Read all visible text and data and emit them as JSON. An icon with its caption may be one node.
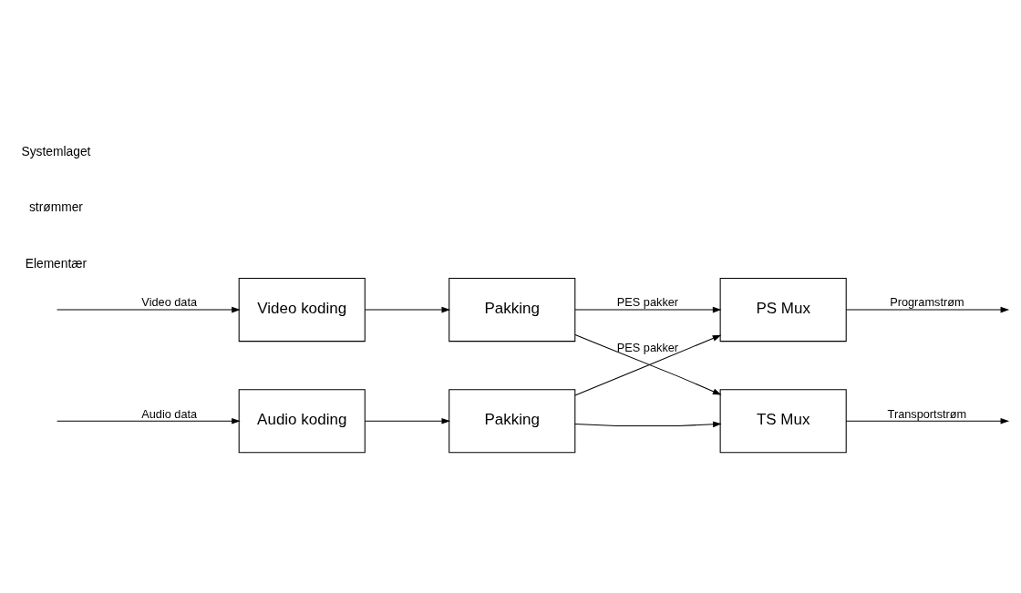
{
  "diagram": {
    "nodes": [
      {
        "text": [
          "Video koding"
        ]
      },
      {
        "text": [
          "Audio koding"
        ]
      },
      {
        "text": [
          "Pakking"
        ]
      },
      {
        "text": [
          "Pakking"
        ]
      },
      {
        "text": [
          "PS Mux"
        ]
      },
      {
        "text": [
          "TS Mux"
        ]
      }
    ],
    "edges": [
      {
        "from": null,
        "to": 0,
        "arrow": "to",
        "label": "Video data"
      },
      {
        "from": null,
        "to": 1,
        "arrow": "to",
        "label": "Audio data"
      },
      {
        "from": 0,
        "to": 2,
        "arrow": "to"
      },
      {
        "from": 1,
        "to": 3,
        "arrow": "to"
      },
      {
        "from": 2,
        "to": 4,
        "arrow": "to",
        "label": "PES pakker"
      },
      {
        "from": 2,
        "to": 5,
        "arrow": "to"
      },
      {
        "from": 3,
        "to": 4,
        "arrow": "to",
        "label": "PES pakker"
      },
      {
        "from": 3,
        "to": 5,
        "arrow": "to"
      },
      {
        "from": 4,
        "to": null,
        "arrow": "to",
        "label": "Programstrøm"
      },
      {
        "from": 5,
        "to": null,
        "arrow": "to",
        "label": "Transportstrøm"
      }
    ],
    "labels": [
      "Elementær",
      "strømmer",
      "Systemlaget"
    ]
  }
}
